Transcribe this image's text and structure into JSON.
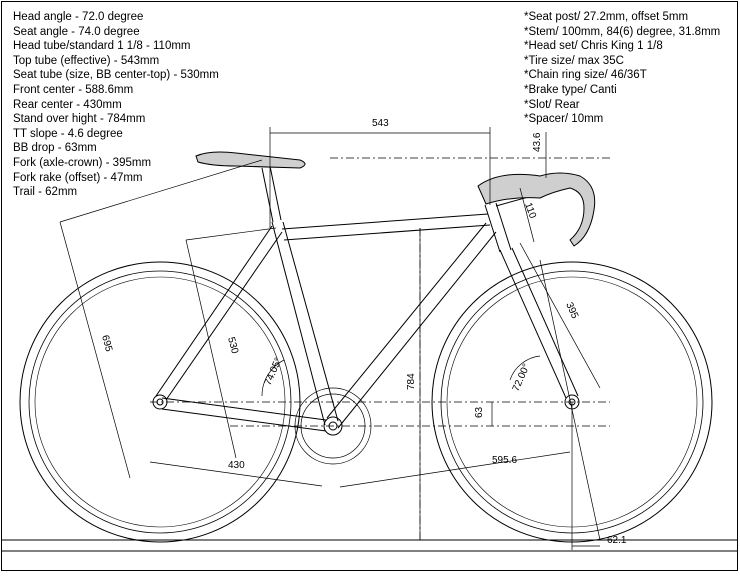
{
  "geometry_specs": [
    "Head angle - 72.0 degree",
    "Seat angle - 74.0 degree",
    "Head tube/standard 1 1/8 - 110mm",
    "Top tube (effective) - 543mm",
    "Seat tube (size, BB center-top) - 530mm",
    "Front center - 588.6mm",
    "Rear center - 430mm",
    "Stand over hight - 784mm",
    "TT slope - 4.6 degree",
    "BB drop - 63mm",
    "Fork (axle-crown) - 395mm",
    "Fork rake (offset) - 47mm",
    "Trail - 62mm"
  ],
  "component_specs": [
    "*Seat post/ 27.2mm, offset 5mm",
    "*Stem/ 100mm, 84(6) degree, 31.8mm",
    "*Head set/ Chris King 1 1/8",
    "*Tire size/ max 35C",
    "*Chain ring size/ 46/36T",
    "*Brake type/ Canti",
    "*Slot/ Rear",
    "*Spacer/ 10mm"
  ],
  "dimensions": {
    "top_tube": "543",
    "stem_rise": "43.6",
    "head_tube": "110",
    "fork": "395",
    "head_angle": "72.00°",
    "seat_angle": "74.05°",
    "seat_tube": "530",
    "seat_height": "695",
    "standover": "784",
    "bb_drop": "63",
    "rear_center": "430",
    "front_center": "595.6",
    "trail": "62.1"
  }
}
